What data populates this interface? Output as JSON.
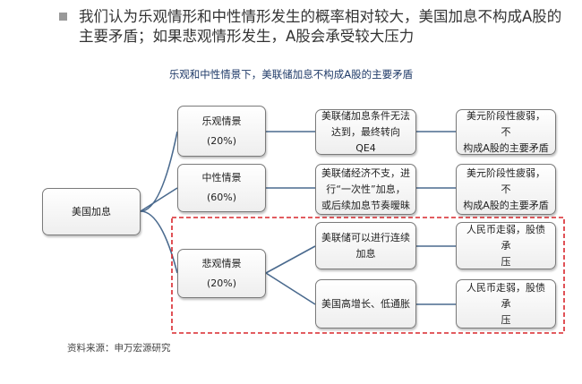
{
  "heading": {
    "line1": "我们认为乐观情形和中性情形发生的概率相对较大，美国加息不构成A股的",
    "line2": "主要矛盾；如果悲观情形发生，A股会承受较大压力"
  },
  "diagram": {
    "title": "乐观和中性情景下，美联储加息不构成A股的主要矛盾",
    "root": "美国加息",
    "scenarios": [
      {
        "name": "乐观情景",
        "prob": "(20%)"
      },
      {
        "name": "中性情景",
        "prob": "(60%)"
      },
      {
        "name": "悲观情景",
        "prob": "(20%)"
      }
    ],
    "causes": [
      [
        "美联储加息条件无法",
        "达到，最终转向QE4"
      ],
      [
        "美联储经济不支，进",
        "行“一次性”加息，",
        "或后续加息节奏暧昧"
      ],
      [
        "美联储可以进行连续",
        "加息"
      ],
      [
        "美国高增长、低通胀"
      ]
    ],
    "effects": [
      [
        "美元阶段性疲弱，不",
        "构成A股的主要矛盾"
      ],
      [
        "美元阶段性疲弱，不",
        "构成A股的主要矛盾"
      ],
      [
        "人民币走弱，股债承",
        "压"
      ],
      [
        "人民币走弱，股债承",
        "压"
      ]
    ],
    "colors": {
      "line": "#4a6a8e",
      "highlight": "#d9262c"
    }
  },
  "source": "资料来源：申万宏源研究"
}
